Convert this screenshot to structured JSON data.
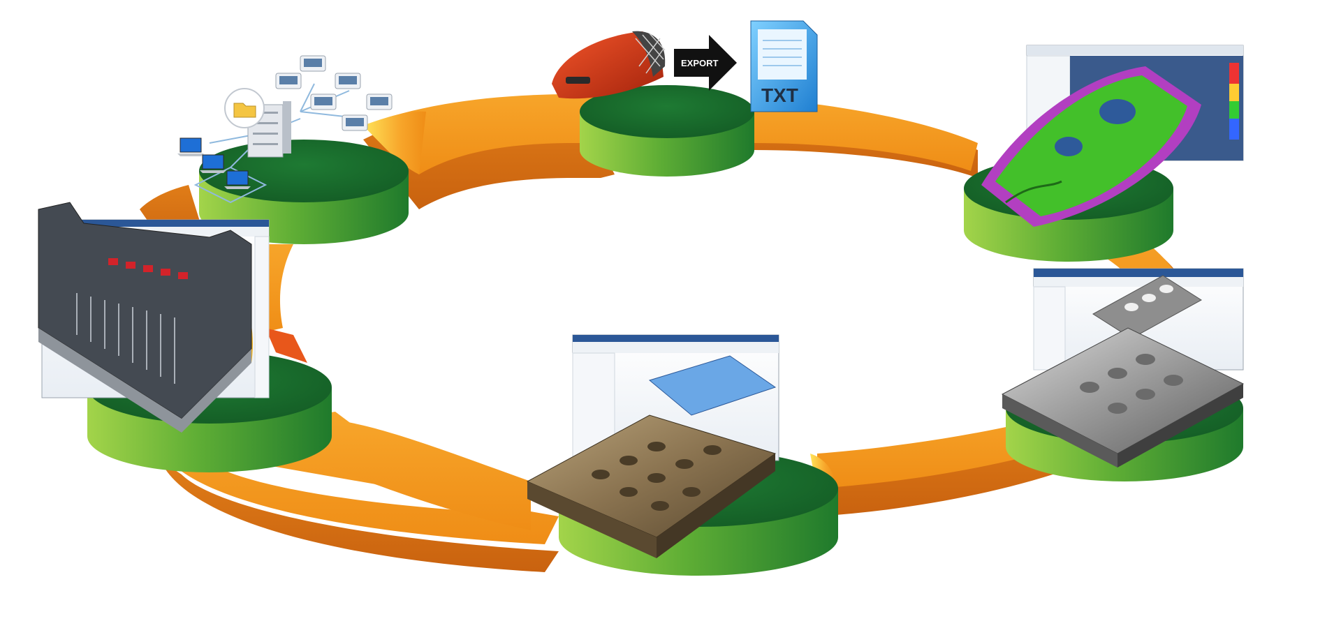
{
  "diagram": {
    "stages": [
      {
        "id": "data-management",
        "icon": "network-servers-icon"
      },
      {
        "id": "scan-export",
        "icon": "scanner-device-icon",
        "action_label": "EXPORT",
        "file_label": "TXT"
      },
      {
        "id": "surface-analysis",
        "icon": "colored-part-analysis-icon"
      },
      {
        "id": "plate-design",
        "icon": "plate-cad-window-icon"
      },
      {
        "id": "mold-base",
        "icon": "mold-base-plate-icon"
      },
      {
        "id": "mold-assembly",
        "icon": "mold-assembly-cad-icon"
      }
    ],
    "colors": {
      "arrow_orange": "#f39a1e",
      "arrow_dark": "#d9731a",
      "arrow_highlight": "#ffd84a",
      "pedestal_top": "#1b6b2e",
      "pedestal_side_light": "#8cc63f",
      "pedestal_side_dark": "#2f8f32"
    }
  }
}
